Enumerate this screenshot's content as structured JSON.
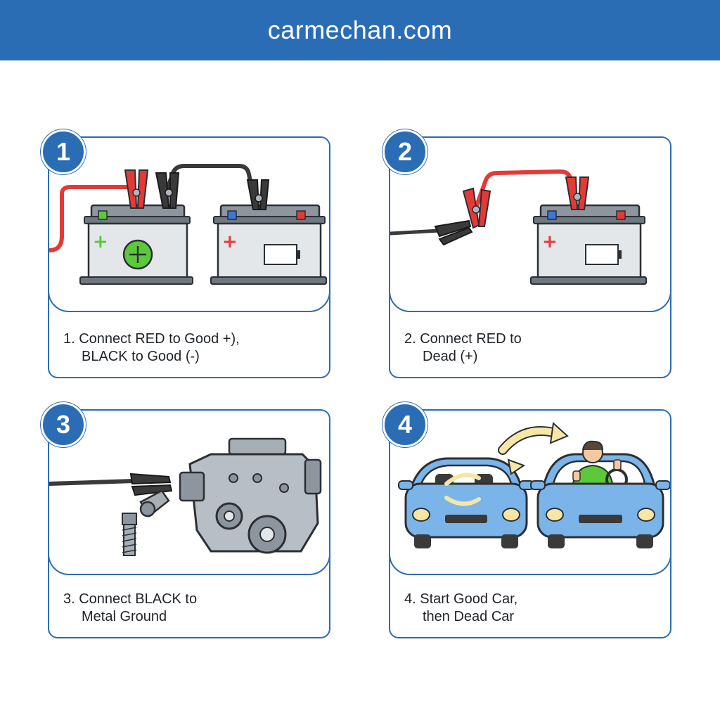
{
  "header": {
    "site": "carmechan.com"
  },
  "steps": [
    {
      "number": "1",
      "caption_line1": "1. Connect RED to Good +),",
      "caption_line2": "BLACK to Good (-)",
      "icon": "battery-to-battery-icon"
    },
    {
      "number": "2",
      "caption_line1": "2. Connect RED to",
      "caption_line2": "Dead (+)",
      "icon": "red-clamp-battery-icon"
    },
    {
      "number": "3",
      "caption_line1": "3. Connect BLACK to",
      "caption_line2": "Metal Ground",
      "icon": "engine-ground-icon"
    },
    {
      "number": "4",
      "caption_line1": "4. Start Good Car,",
      "caption_line2": "then Dead Car",
      "icon": "two-cars-icon"
    }
  ],
  "colors": {
    "accent": "#2a6db5",
    "red_cable": "#e53935",
    "black_cable": "#3a3a3a",
    "positive_green": "#5cc93a",
    "car_blue": "#7bb4e8"
  }
}
